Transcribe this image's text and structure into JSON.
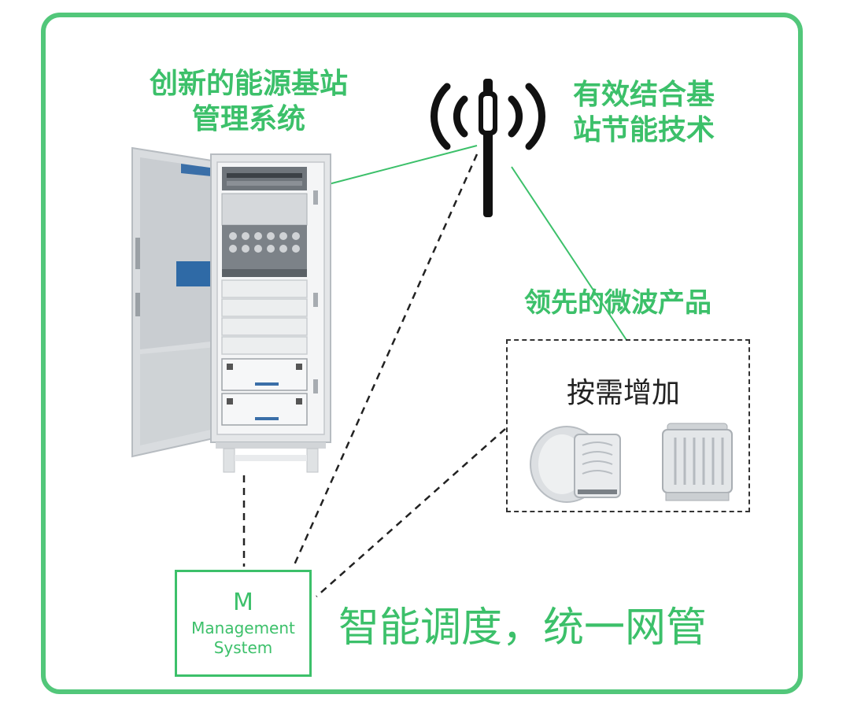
{
  "labels": {
    "cabinet_title_line1": "创新的能源基站",
    "cabinet_title_line2": "管理系统",
    "antenna_title_line1": "有效结合基",
    "antenna_title_line2": "站节能技术",
    "microwave_title": "领先的微波产品",
    "on_demand": "按需增加",
    "slogan": "智能调度，统一网管"
  },
  "management_box": {
    "logo_letter": "M",
    "line1": "Management",
    "line2": "System"
  },
  "colors": {
    "accent_green": "#3cc06a",
    "frame_green": "#52c77a",
    "text_dark": "#222222"
  },
  "icons": [
    "antenna-icon",
    "outdoor-cabinet-image",
    "microwave-dish-image",
    "microwave-radio-unit-image"
  ]
}
